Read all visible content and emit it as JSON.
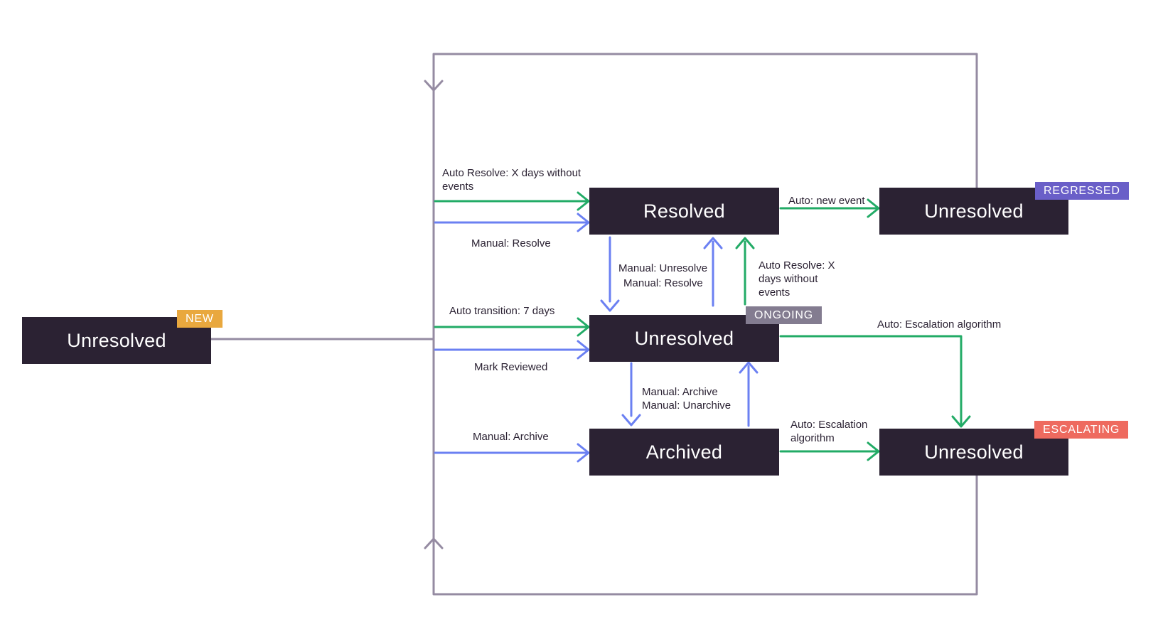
{
  "colors": {
    "background": "#ffffff",
    "node_bg": "#2b2233",
    "node_text": "#ffffff",
    "label": "#2b2233",
    "green": "#22ab66",
    "blue": "#6b80f2",
    "loop": "#958ba2",
    "badge_new": "#e9a83e",
    "badge_ongoing": "#837c90",
    "badge_regressed": "#6a5fc8",
    "badge_escalating": "#ee6a5f"
  },
  "nodes": [
    {
      "id": "new",
      "label": "Unresolved",
      "badge": "NEW"
    },
    {
      "id": "resolved",
      "label": "Resolved",
      "badge": ""
    },
    {
      "id": "ongoing",
      "label": "Unresolved",
      "badge": "ONGOING"
    },
    {
      "id": "archived",
      "label": "Archived",
      "badge": ""
    },
    {
      "id": "regressed",
      "label": "Unresolved",
      "badge": "REGRESSED"
    },
    {
      "id": "escalating",
      "label": "Unresolved",
      "badge": "ESCALATING"
    }
  ],
  "edges": {
    "auto_resolve_new": "Auto Resolve: X days without\nevents",
    "manual_resolve_new": "Manual: Resolve",
    "auto_transition": "Auto transition: 7 days",
    "mark_reviewed": "Mark Reviewed",
    "manual_archive_new": "Manual: Archive",
    "manual_unresolve": "Manual: Unresolve",
    "manual_resolve_ongoing": "Manual: Resolve",
    "auto_resolve_ongoing": "Auto Resolve: X\ndays without\nevents",
    "manual_archive_ongoing": "Manual: Archive",
    "manual_unarchive": "Manual: Unarchive",
    "auto_new_event": "Auto: new event",
    "auto_escalation_ongoing": "Auto: Escalation algorithm",
    "auto_escalation_archived": "Auto: Escalation\nalgorithm"
  }
}
